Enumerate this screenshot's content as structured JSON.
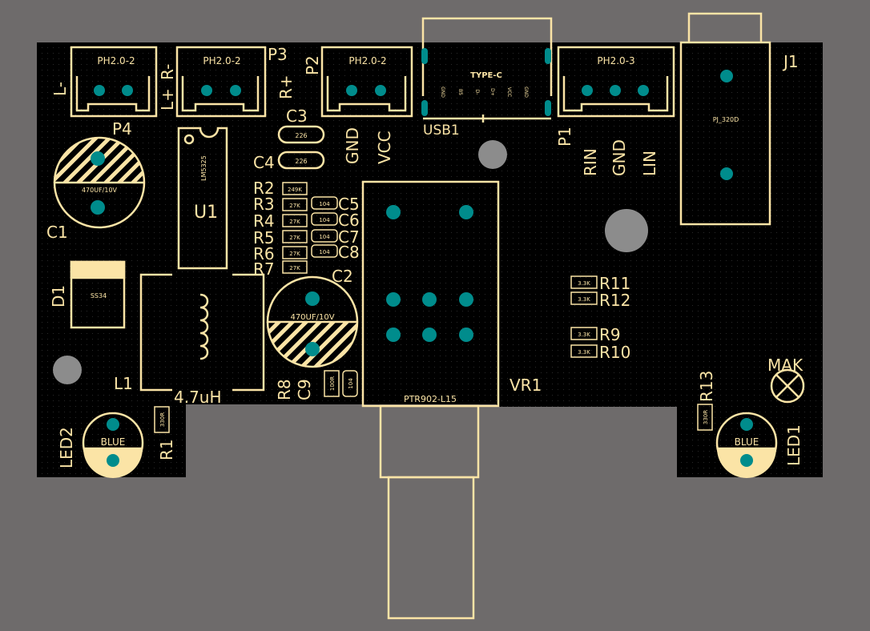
{
  "colors": {
    "background": "#6e6b6b",
    "board": "#000000",
    "silkscreen": "#fbe4a6",
    "pad": "#008c8c",
    "hole": "#8c8c8c"
  },
  "labels": {
    "l_minus": "L-",
    "l_plus": "L+",
    "r_minus": "R-",
    "r_plus": "R+",
    "p2": "P2",
    "p3": "P3",
    "p4": "P4",
    "ph_p4": "PH2.0-2",
    "ph_p3": "PH2.0-2",
    "ph_p2": "PH2.0-2",
    "ph_p1": "PH2.0-3",
    "type_c": "TYPE-C",
    "usb_pins": [
      "GND",
      "B5",
      "D-",
      "D+",
      "VCC",
      "GND"
    ],
    "usb1": "USB1",
    "c3": "C3",
    "c4": "C4",
    "cap_226_a": "226",
    "cap_226_b": "226",
    "gnd": "GND",
    "vcc": "VCC",
    "p1": "P1",
    "rin": "RIN",
    "gnd_p1": "GND",
    "lin": "LIN",
    "j1": "J1",
    "pj320d": "PJ_320D",
    "c1": "C1",
    "c1_value": "470UF/10V",
    "u1": "U1",
    "u1_part": "LM5325",
    "r2": "R2",
    "r3": "R3",
    "r4": "R4",
    "r5": "R5",
    "r6": "R6",
    "r7": "R7",
    "r2_value": "249K",
    "r3_value": "27K",
    "r4_value": "27K",
    "r5_value": "27K",
    "r6_value": "27K",
    "r7_value": "27K",
    "c5": "C5",
    "c6": "C6",
    "c7": "C7",
    "c8": "C8",
    "c5_value": "104",
    "c6_value": "104",
    "c7_value": "104",
    "c8_value": "104",
    "c2": "C2",
    "c2_value": "470UF/10V",
    "d1": "D1",
    "d1_part": "SS34",
    "l1": "L1",
    "l1_value": "4.7uH",
    "r8": "R8",
    "c9": "C9",
    "r8_value": "100R",
    "c9_value": "104",
    "vr1": "VR1",
    "vr1_part": "PTR902-L15",
    "r11": "R11",
    "r12": "R12",
    "r9": "R9",
    "r10": "R10",
    "r11_value": "3.3K",
    "r12_value": "3.3K",
    "r9_value": "3.3K",
    "r10_value": "3.3K",
    "mak": "MAK",
    "r13": "R13",
    "r13_value": "330R",
    "r1": "R1",
    "r1_value": "330R",
    "led1": "LED1",
    "led2": "LED2",
    "led1_color": "BLUE",
    "led2_color": "BLUE"
  }
}
